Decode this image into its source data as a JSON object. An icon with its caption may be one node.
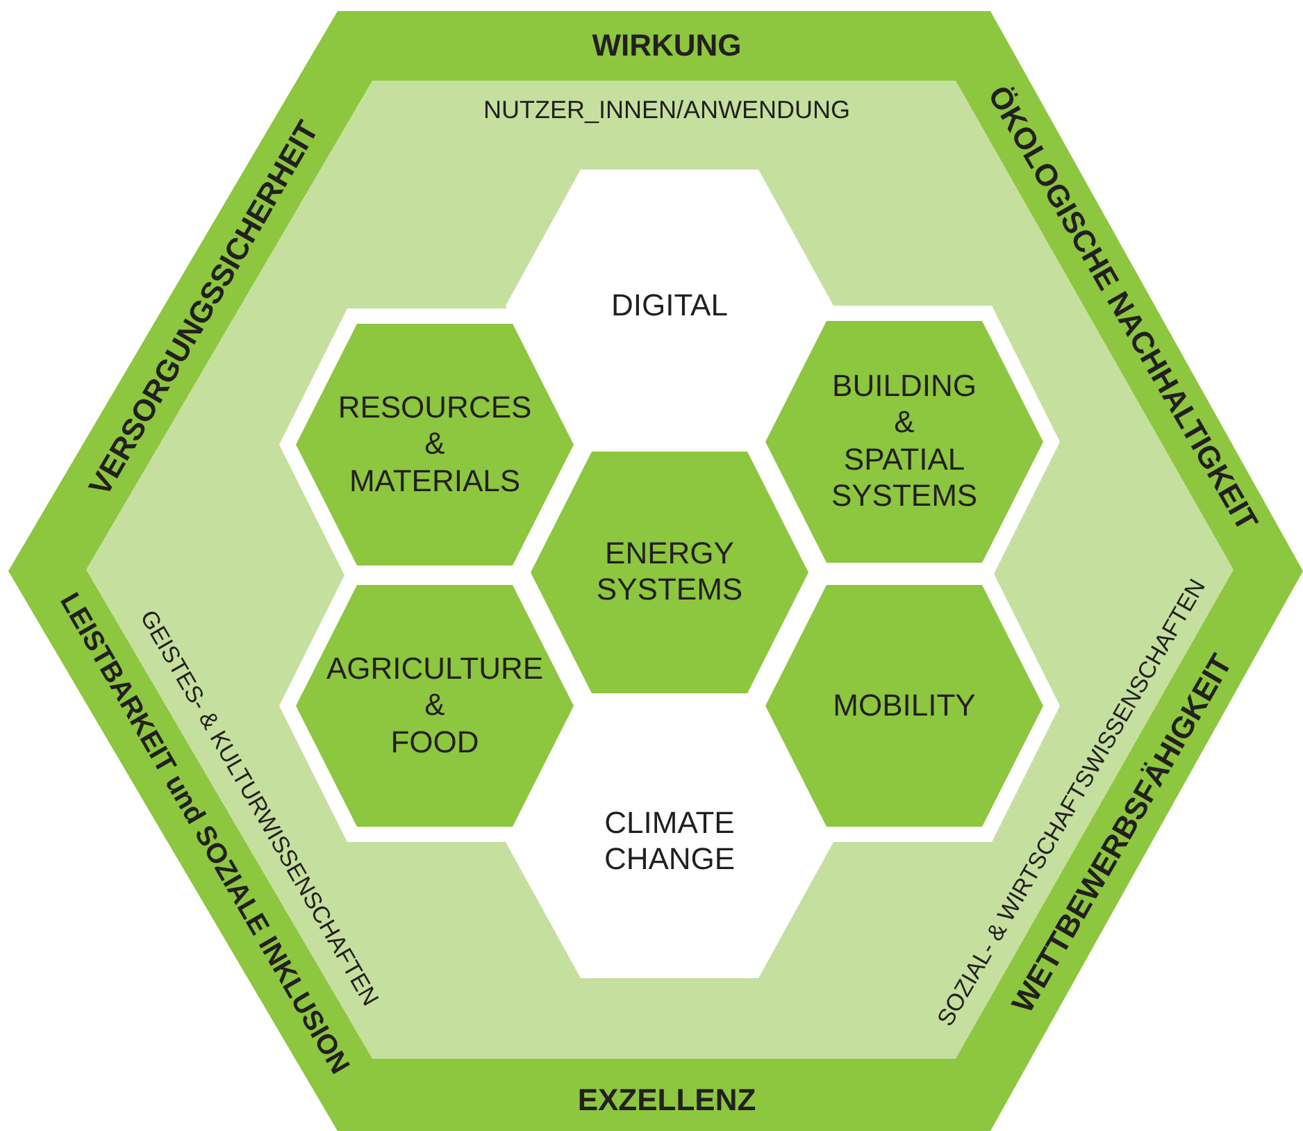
{
  "diagram": {
    "nodes": [
      {
        "text": [
          "WIRKUNG",
          "VERSORGUNGSSICHERHEIT",
          "ÖKOLOGISCHE NACHHALTIGKEIT",
          "LEISTBARKEIT und SOZIALE INKLUSION",
          "WETTBEWERBSFÄHIGKEIT",
          "EXZELLENZ"
        ]
      },
      {
        "text": [
          "NUTZER_INNEN/ANWENDUNG",
          "GEISTES- & KULTURWISSENSCHAFTEN",
          "SOZIAL- & WIRTSCHAFTSWISSENSCHAFTEN"
        ],
        "in": 0
      },
      {
        "text": [
          "DIGITAL"
        ],
        "in": 1
      },
      {
        "text": [
          "RESOURCES & MATERIALS"
        ],
        "in": 1
      },
      {
        "text": [
          "BUILDING & SPATIAL SYSTEMS"
        ],
        "in": 1
      },
      {
        "text": [
          "ENERGY SYSTEMS"
        ],
        "in": 1
      },
      {
        "text": [
          "AGRICULTURE & FOOD"
        ],
        "in": 1
      },
      {
        "text": [
          "MOBILITY"
        ],
        "in": 1
      },
      {
        "text": [
          "CLIMATE CHANGE"
        ],
        "in": 1
      }
    ]
  }
}
